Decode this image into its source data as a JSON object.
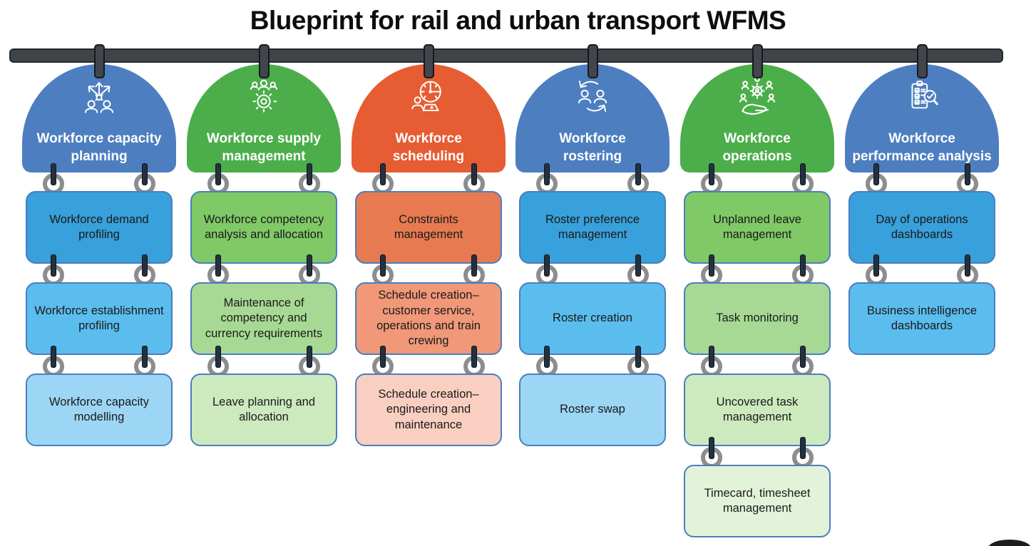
{
  "title": "Blueprint for rail and urban transport WFMS",
  "columns": [
    {
      "id": "capacity-planning",
      "label": "Workforce capacity planning",
      "label_lines": [
        "Workforce capacity",
        "planning"
      ],
      "icon": "growth-arrows-people-icon",
      "theme": "blue",
      "cards": [
        "Workforce demand profiling",
        "Workforce establishment profiling",
        "Workforce capacity modelling"
      ]
    },
    {
      "id": "supply-management",
      "label": "Workforce supply management",
      "label_lines": [
        "Workforce supply",
        "management"
      ],
      "icon": "team-gear-icon",
      "theme": "green",
      "cards": [
        "Workforce competency analysis and allocation",
        "Maintenance of competency and currency requirements",
        "Leave planning and allocation"
      ]
    },
    {
      "id": "scheduling",
      "label": "Workforce scheduling",
      "label_lines": [
        "Workforce",
        "scheduling"
      ],
      "icon": "gauge-laptop-icon",
      "theme": "orange",
      "cards": [
        "Constraints management",
        "Schedule creation–customer service, operations and train crewing",
        "Schedule creation–engineering and maintenance"
      ]
    },
    {
      "id": "rostering",
      "label": "Workforce rostering",
      "label_lines": [
        "Workforce",
        "rostering"
      ],
      "icon": "people-swap-icon",
      "theme": "blue",
      "cards": [
        "Roster preference management",
        "Roster creation",
        "Roster swap"
      ]
    },
    {
      "id": "operations",
      "label": "Workforce operations",
      "label_lines": [
        "Workforce",
        "operations"
      ],
      "icon": "hand-team-icon",
      "theme": "green",
      "cards": [
        "Unplanned leave management",
        "Task monitoring",
        "Uncovered task management",
        "Timecard, timesheet management"
      ]
    },
    {
      "id": "performance-analysis",
      "label": "Workforce performance analysis",
      "label_lines": [
        "Workforce",
        "performance analysis"
      ],
      "icon": "checklist-magnifier-icon",
      "theme": "blue",
      "cards": [
        "Day of operations dashboards",
        "Business intelligence dashboards"
      ]
    }
  ],
  "colors": {
    "dome_blue": "#4d7ec0",
    "dome_green": "#4cae4a",
    "dome_orange": "#e65c33",
    "card_border": "#4a7ebf",
    "blue_card_shades": [
      "#38a0da",
      "#5bbdee",
      "#9cd6f4"
    ],
    "green_card_shades": [
      "#7fc966",
      "#a7d994",
      "#cdeabe",
      "#e3f3d9"
    ],
    "orange_card_shades": [
      "#e87a52",
      "#f09878",
      "#f8cfc0"
    ],
    "rail": "#3f4449",
    "peg": "#233140",
    "ring": "#8d8d8d",
    "title_text": "#0d0d0d",
    "card_text": "#1a1a1a",
    "dome_text": "#ffffff"
  }
}
